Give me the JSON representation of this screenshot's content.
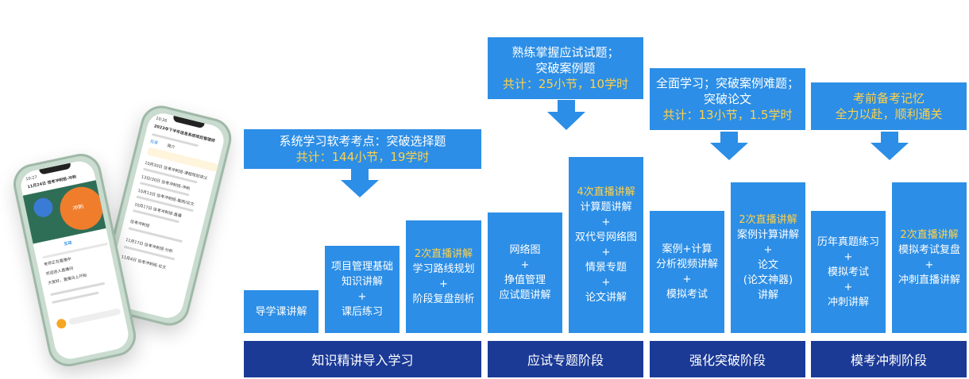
{
  "phones": {
    "back": {
      "time": "10:26",
      "title": "2023年下半年信息系统项目管理师",
      "tab_a": "目录",
      "tab_b": "简介",
      "items": [
        "10月30日 信考冲刺班-课程规划讲义",
        "13日/30日 信考冲刺班-冲刺",
        "10月13日 信考冲刺班-案例/论文",
        "10月17日 信考冲刺班-直播",
        "信考冲刺班",
        "11月17日 信考冲刺班-分析",
        "11月4日 信考冲刺班-论文"
      ]
    },
    "front": {
      "time": "10:27",
      "title": "11月24日 信考冲刺班-冲刺",
      "badge": "冲刺",
      "heading": "互动",
      "lines": [
        "老师正在直播中",
        "欢迎进入直播间",
        "大家好，直播马上开始"
      ]
    }
  },
  "caps": {
    "c1": {
      "line1": "系统学习软考考点：突破选择题",
      "line2": "共计：144小节，19学时"
    },
    "c2": {
      "line1": "熟练掌握应试试题；",
      "line2": "突破案例题",
      "line3": "共计：25小节，10学时"
    },
    "c3": {
      "line1": "全面学习；突破案例难题；",
      "line2": "突破论文",
      "line3": "共计：13小节，1.5学时"
    },
    "c4": {
      "line1": "考前备考记忆",
      "line2": "全力以赴，顺利通关"
    }
  },
  "blocks": {
    "b1": {
      "line1": "导学课讲解"
    },
    "b2": {
      "line1": "项目管理基础",
      "line2": "知识讲解",
      "line3": "+",
      "line4": "课后练习"
    },
    "b3": {
      "hl": "2次直播讲解",
      "line1": "学习路线规划",
      "line2": "+",
      "line3": "阶段复盘剖析"
    },
    "b4": {
      "line1": "网络图",
      "line2": "+",
      "line3": "挣值管理",
      "line4": "应试题讲解"
    },
    "b5": {
      "hl": "4次直播讲解",
      "line1": "计算题讲解",
      "line2": "+",
      "line3": "双代号网络图",
      "line4": "+",
      "line5": "情景专题",
      "line6": "+",
      "line7": "论文讲解"
    },
    "b6": {
      "line1": "案例+计算",
      "line2": "分析视频讲解",
      "line3": "+",
      "line4": "模拟考试"
    },
    "b7": {
      "hl": "2次直播讲解",
      "line1": "案例计算讲解",
      "line2": "+",
      "line3": "论文",
      "line4": "(论文神器)",
      "line5": "讲解"
    },
    "b8": {
      "line1": "历年真题练习",
      "line2": "+",
      "line3": "模拟考试",
      "line4": "+",
      "line5": "冲刺讲解"
    },
    "b9": {
      "hl": "2次直播讲解",
      "line1": "模拟考试复盘",
      "line2": "+",
      "line3": "冲刺直播讲解"
    }
  },
  "phases": {
    "p1": "知识精讲导入学习",
    "p2": "应试专题阶段",
    "p3": "强化突破阶段",
    "p4": "模考冲刺阶段"
  },
  "colors": {
    "block_blue": "#2c8ee6",
    "phase_navy": "#1b3a96",
    "highlight_yellow": "#ffd24a",
    "phone_frame": "#c9dccf"
  }
}
